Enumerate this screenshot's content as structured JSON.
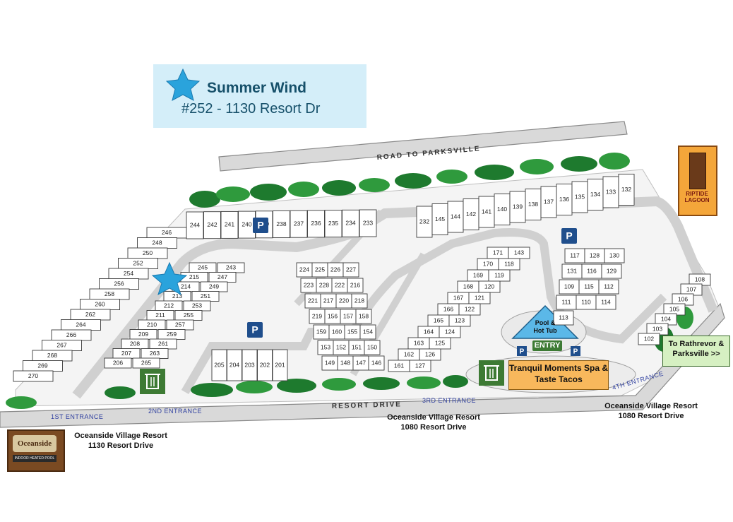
{
  "title": {
    "name": "Summer Wind",
    "address": "#252 - 1130 Resort Dr",
    "star_color": "#2aa3dc"
  },
  "roads": {
    "top": "ROAD TO PARKSVILLE",
    "bottom": "RESORT DRIVE"
  },
  "entrances": [
    "1ST ENTRANCE",
    "2ND ENTRANCE",
    "3RD ENTRANCE",
    "4TH ENTRANCE"
  ],
  "amenities": {
    "pool": "Pool & Hot Tub",
    "entry": "ENTRY",
    "spa": "Tranquil Moments Spa & Taste Tacos",
    "directions": "To Rathrevor & Parksville >>",
    "parking_label": "P",
    "small_parking_label": "P"
  },
  "resort_labels": {
    "left": {
      "name": "Oceanside Village Resort",
      "address": "1130 Resort Drive"
    },
    "middle": {
      "name": "Oceanside Village Resort",
      "address": "1080 Resort Drive"
    },
    "right": {
      "name": "Oceanside Village Resort",
      "address": "1080 Resort Drive"
    }
  },
  "sign_text": {
    "oceanside": "Oceanside",
    "pool_sign": "INDOOR HEATED POOL"
  },
  "lagoon_logo": "RIPTIDE LAGOON",
  "colors": {
    "trees": "#1e7a2e",
    "parking": "#1f4e8c",
    "pool": "#5bb8e8",
    "spa": "#f8b85c",
    "direction_box": "#d6f0c2",
    "trash": "#3d7a34"
  },
  "lots": {
    "row_top_left": [
      "244",
      "242",
      "241",
      "240",
      "239",
      "238",
      "237",
      "236",
      "235",
      "234",
      "233"
    ],
    "row_top_mid": [
      "232",
      "145",
      "144",
      "142",
      "141",
      "140",
      "139",
      "138",
      "137",
      "136",
      "135",
      "134",
      "133",
      "132"
    ],
    "col_far_left": [
      "246",
      "248",
      "250",
      "252",
      "254",
      "256",
      "258",
      "260",
      "262",
      "264",
      "266",
      "267",
      "268",
      "269",
      "270"
    ],
    "block_a": [
      "245",
      "243",
      "215",
      "247",
      "214",
      "249",
      "213",
      "251",
      "212",
      "253",
      "211",
      "255",
      "210",
      "257",
      "209",
      "259",
      "208",
      "261",
      "207",
      "263",
      "206",
      "265"
    ],
    "block_b": [
      "224",
      "225",
      "226",
      "227",
      "223",
      "228",
      "222",
      "216",
      "221",
      "217",
      "220",
      "218",
      "219",
      "156",
      "157",
      "158",
      "159",
      "160",
      "155",
      "154",
      "153",
      "152",
      "151",
      "150",
      "149",
      "148",
      "147",
      "146"
    ],
    "block_c": [
      "171",
      "143",
      "170",
      "118",
      "169",
      "119",
      "168",
      "120",
      "167",
      "121",
      "166",
      "122",
      "165",
      "123",
      "164",
      "124",
      "163",
      "125",
      "162",
      "126",
      "161",
      "127"
    ],
    "block_d": [
      "117",
      "128",
      "130",
      "131",
      "116",
      "129",
      "109",
      "115",
      "112",
      "111",
      "110",
      "114",
      "113"
    ],
    "block_e": [
      "108",
      "107",
      "106",
      "105",
      "104",
      "103",
      "102"
    ],
    "row_bottom": [
      "205",
      "204",
      "203",
      "202",
      "201"
    ]
  }
}
